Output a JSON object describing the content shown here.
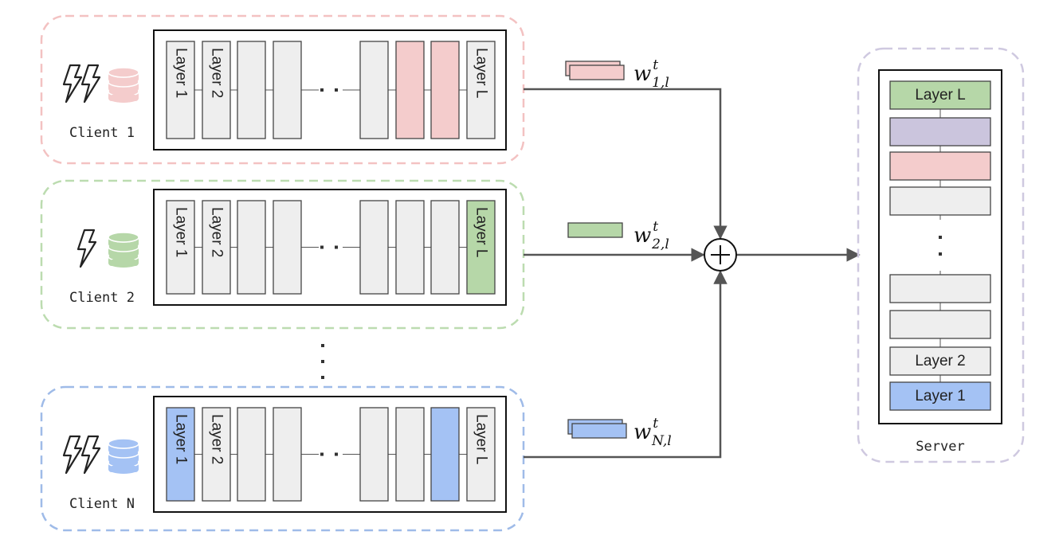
{
  "clients": [
    {
      "label": "Client 1",
      "first_layer_label": "Layer 1",
      "second_layer_label": "Layer 2",
      "last_layer_label": "Layer L",
      "color": "#f4cccc",
      "border_color": "#f3c2c2",
      "highlighted_layers": [
        "second-to-last",
        "third-to-last"
      ],
      "bolts": 2,
      "weight": {
        "base": "w",
        "sup": "t",
        "sub": "1,l"
      }
    },
    {
      "label": "Client 2",
      "first_layer_label": "Layer 1",
      "second_layer_label": "Layer 2",
      "last_layer_label": "Layer L",
      "color": "#b6d7a8",
      "border_color": "#bcdcb0",
      "highlighted_layers": [
        "last"
      ],
      "bolts": 1,
      "weight": {
        "base": "w",
        "sup": "t",
        "sub": "2,l"
      }
    },
    {
      "label": "Client N",
      "first_layer_label": "Layer 1",
      "second_layer_label": "Layer 2",
      "last_layer_label": "Layer L",
      "color": "#a4c2f4",
      "border_color": "#9fbbe8",
      "highlighted_layers": [
        "first",
        "second-to-last"
      ],
      "bolts": 2,
      "weight": {
        "base": "w",
        "sup": "t",
        "sub": "N,l"
      }
    }
  ],
  "aggregator_symbol": "+",
  "server": {
    "label": "Server",
    "border_color": "#cfc9e0",
    "layers": [
      {
        "label": "Layer L",
        "color": "#b6d7a8"
      },
      {
        "label": "",
        "color": "#cbc5dd"
      },
      {
        "label": "",
        "color": "#f4cccc"
      },
      {
        "label": "",
        "color": "#eeeeee"
      },
      {
        "label": "",
        "color": "#eeeeee"
      },
      {
        "label": "",
        "color": "#eeeeee"
      },
      {
        "label": "Layer 2",
        "color": "#eeeeee"
      },
      {
        "label": "Layer 1",
        "color": "#a4c2f4"
      }
    ]
  },
  "colors": {
    "layer_default": "#eeeeee",
    "stroke": "#333333",
    "arrow": "#555555"
  },
  "icons": [
    "lightning-bolt-icon",
    "database-icon",
    "ellipsis-icon",
    "plus-circle-icon"
  ]
}
